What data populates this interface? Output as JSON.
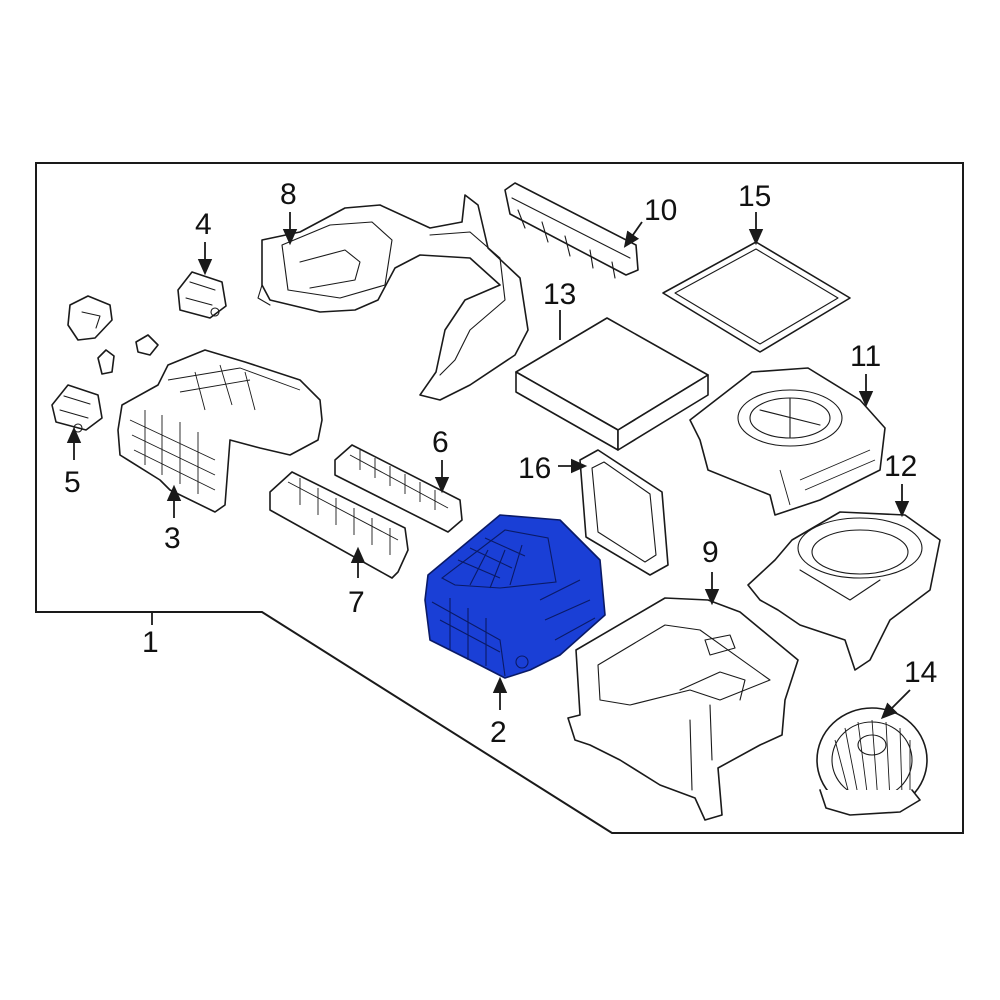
{
  "diagram": {
    "callouts": [
      "1",
      "2",
      "3",
      "4",
      "5",
      "6",
      "7",
      "8",
      "9",
      "10",
      "11",
      "12",
      "13",
      "14",
      "15",
      "16"
    ],
    "highlight_color": "#1a3fd6",
    "line_color": "#1a1a1a",
    "highlighted_part": "2"
  }
}
